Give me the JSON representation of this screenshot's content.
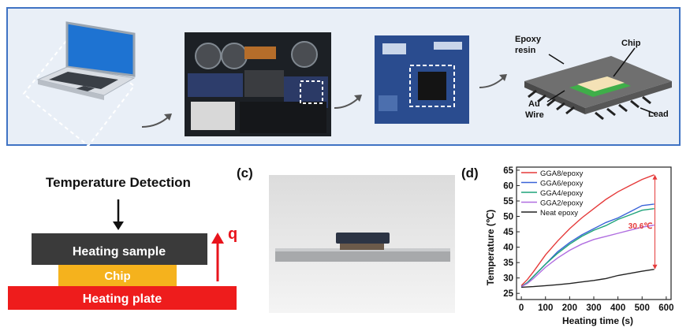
{
  "panel_a": {
    "labels": {
      "epoxy": "Epoxy",
      "resin": "resin",
      "chip": "Chip",
      "au": "Au",
      "wire": "Wire",
      "lead": "Lead"
    }
  },
  "panel_b": {
    "title": "Temperature Detection",
    "sample": "Heating sample",
    "chip": "Chip",
    "plate": "Heating plate",
    "q": "q",
    "colors": {
      "sample": "#3a3a3a",
      "chip": "#f5b21d",
      "plate": "#ee1c1c",
      "q_arrow": "#e8141c"
    }
  },
  "panel_c": {
    "label": "(c)"
  },
  "panel_d": {
    "label": "(d)",
    "chart_data": {
      "type": "line",
      "xlabel": "Heating time (s)",
      "ylabel": "Temperature (℃)",
      "xlim": [
        -20,
        620
      ],
      "ylim": [
        23,
        66
      ],
      "xticks": [
        0,
        100,
        200,
        300,
        400,
        500,
        600
      ],
      "yticks": [
        25,
        30,
        35,
        40,
        45,
        50,
        55,
        60,
        65
      ],
      "annotation": "30.6℃",
      "series": [
        {
          "name": "GGA8/epoxy",
          "color": "#e53a3a",
          "x": [
            0,
            25,
            50,
            100,
            150,
            200,
            250,
            300,
            350,
            400,
            450,
            500,
            550
          ],
          "y": [
            27.5,
            29.5,
            32,
            37.5,
            42,
            46,
            49.5,
            52.5,
            55.5,
            58,
            60,
            62,
            63.5
          ]
        },
        {
          "name": "GGA6/epoxy",
          "color": "#3a63d8",
          "x": [
            0,
            25,
            50,
            100,
            150,
            200,
            250,
            300,
            350,
            400,
            450,
            500,
            550
          ],
          "y": [
            27.2,
            28.5,
            30.5,
            34.5,
            38.5,
            41.5,
            44,
            46,
            48,
            49.5,
            51.5,
            53.5,
            54
          ]
        },
        {
          "name": "GGA4/epoxy",
          "color": "#1fa37a",
          "x": [
            0,
            25,
            50,
            100,
            150,
            200,
            250,
            300,
            350,
            400,
            450,
            500,
            550
          ],
          "y": [
            27.2,
            28.5,
            30.5,
            34.5,
            38,
            41,
            43.5,
            45.5,
            47,
            49,
            50.5,
            52,
            52.5
          ]
        },
        {
          "name": "GGA2/epoxy",
          "color": "#b06ee0",
          "x": [
            0,
            25,
            50,
            100,
            150,
            200,
            250,
            300,
            350,
            400,
            450,
            500,
            550
          ],
          "y": [
            27.2,
            28.2,
            29.8,
            33.5,
            36.5,
            39,
            41,
            42.5,
            43.5,
            44.5,
            45.5,
            46.5,
            47.2
          ]
        },
        {
          "name": "Neat epoxy",
          "color": "#222222",
          "x": [
            0,
            50,
            100,
            150,
            200,
            250,
            300,
            350,
            400,
            450,
            500,
            550
          ],
          "y": [
            27,
            27.2,
            27.5,
            27.8,
            28.2,
            28.7,
            29.2,
            29.8,
            30.8,
            31.5,
            32.2,
            32.8
          ]
        }
      ]
    }
  }
}
